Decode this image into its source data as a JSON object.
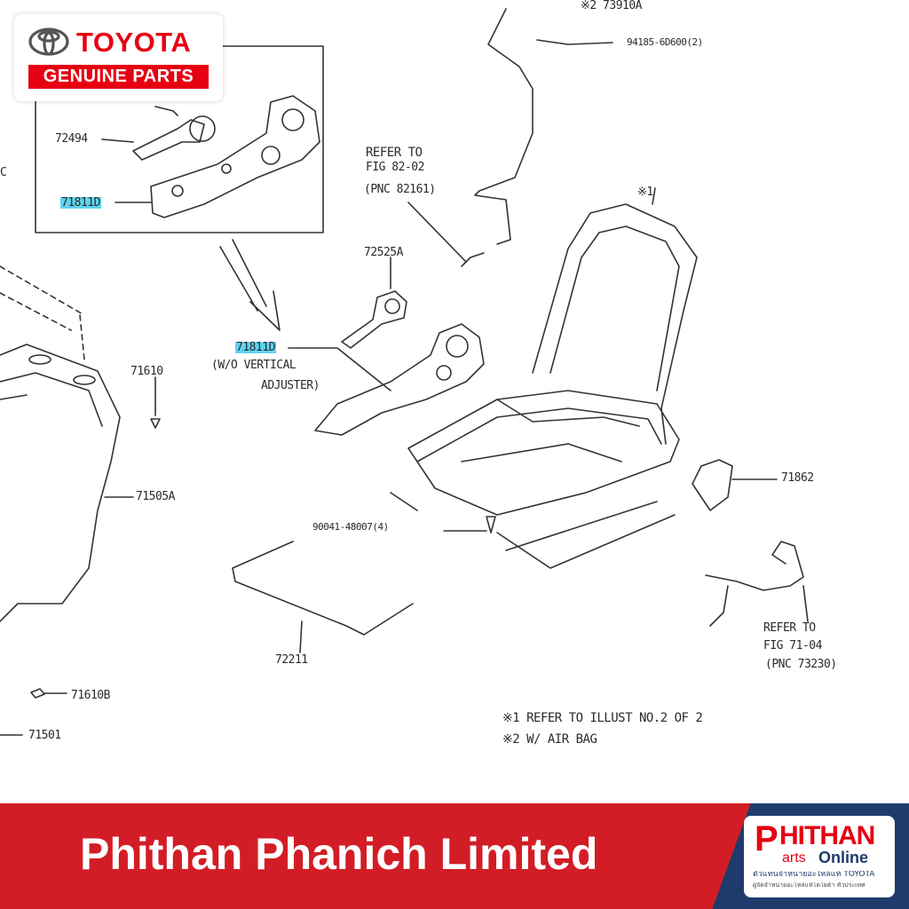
{
  "logo": {
    "brand": "TOYOTA",
    "subtitle": "GENUINE PARTS"
  },
  "labels": {
    "p73910a": "※2 73910A",
    "p94185": "94185-6D600(2)",
    "refer1_l1": "REFER TO",
    "refer1_l2": "FIG 82-02",
    "refer1_l3": "(PNC 82161)",
    "p72494": "72494",
    "p71811d_inset": "71811D",
    "p72525a": "72525A",
    "p71811d_main": "71811D",
    "p71811d_note1": "(W/O VERTICAL",
    "p71811d_note2": "ADJUSTER)",
    "p71610": "71610",
    "p71505a": "71505A",
    "note1_marker": "※1",
    "p71862": "71862",
    "p90041": "90041-48007(4)",
    "p72211": "72211",
    "refer2_l1": "REFER TO",
    "refer2_l2": "FIG 71-04",
    "refer2_l3": "(PNC 73230)",
    "p71610b": "71610B",
    "p71501": "71501",
    "footnote1": "※1 REFER TO ILLUST NO.2 OF 2",
    "footnote2": "※2 W/ AIR BAG",
    "edge_c": "C"
  },
  "highlight_color": "#5fd3f0",
  "footer": {
    "company": "Phithan Phanich Limited",
    "badge_p": "P",
    "badge_hithan": "HITHAN",
    "badge_arts": "arts",
    "badge_online": "Online",
    "badge_tag1": "ตัวแทนจำหน่ายอะไหล่แท้ TOYOTA",
    "badge_tag2": "ผู้จัดจำหน่ายอะไหล่แท้โตโยต้า ทั่วประเทศ"
  },
  "colors": {
    "toyota_red": "#e60012",
    "footer_red": "#d31d26",
    "footer_blue": "#1e3b6b"
  }
}
